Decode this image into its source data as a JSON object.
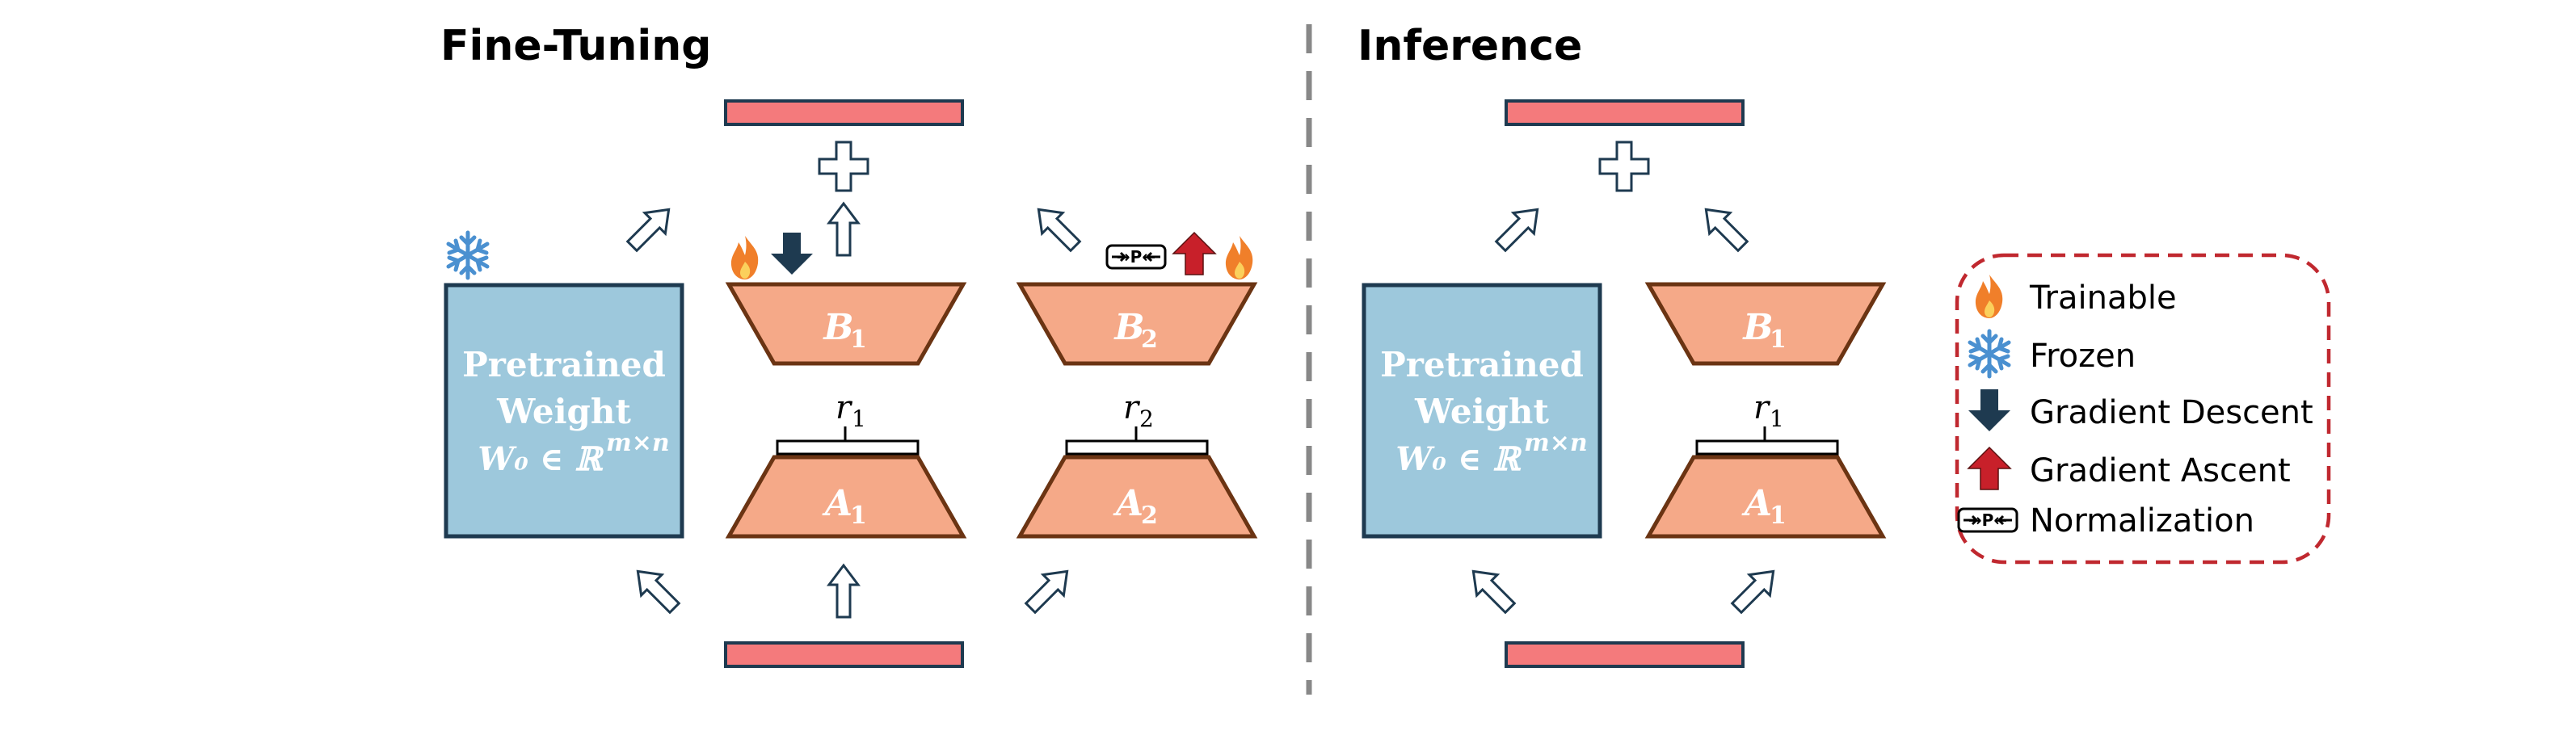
{
  "sections": {
    "fine_tuning_title": "Fine-Tuning",
    "inference_title": "Inference"
  },
  "pretrained": {
    "line1": "Pretrained",
    "line2": "Weight",
    "math": "W₀ ∈ ℝ",
    "math_sup": "m×n"
  },
  "modules": {
    "b1": "B",
    "b1_sub": "1",
    "b2": "B",
    "b2_sub": "2",
    "a1": "A",
    "a1_sub": "1",
    "a2": "A",
    "a2_sub": "2",
    "r1": "r",
    "r1_sub": "1",
    "r2": "r",
    "r2_sub": "2"
  },
  "normalization_glyph": "→P←",
  "legend": {
    "items": [
      {
        "icon": "flame-icon",
        "label": "Trainable"
      },
      {
        "icon": "snowflake-icon",
        "label": "Frozen"
      },
      {
        "icon": "down-arrow-icon",
        "label": "Gradient Descent"
      },
      {
        "icon": "up-arrow-icon",
        "label": "Gradient Ascent"
      },
      {
        "icon": "normalization-icon",
        "label": "Normalization"
      }
    ]
  },
  "colors": {
    "weight_fill": "#9dc8dc",
    "weight_stroke": "#1e3a50",
    "module_fill": "#f5a988",
    "module_stroke": "#6b3413",
    "bar_fill": "#f47a7c",
    "bar_stroke": "#1e3a50",
    "flame": "#f07f2a",
    "snowflake": "#4a90d0",
    "descent": "#1e3a50",
    "ascent": "#c8202a",
    "legend_border": "#c0282f",
    "divider": "#888888"
  }
}
